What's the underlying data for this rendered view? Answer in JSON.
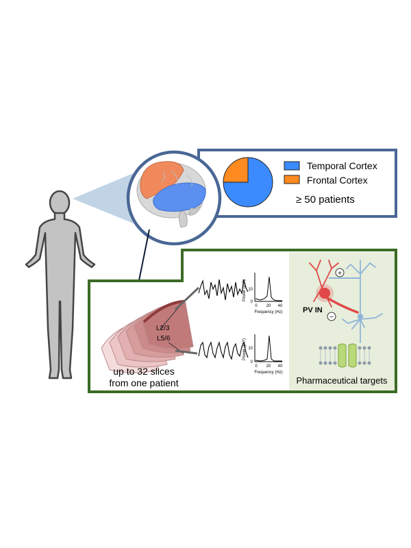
{
  "pie": {
    "slices": [
      {
        "label": "Temporal Cortex",
        "fraction": 0.75,
        "color": "#3b8bff"
      },
      {
        "label": "Frontal Cortex",
        "fraction": 0.25,
        "color": "#ff8a1f"
      }
    ],
    "patients_label": "≥ 50 patients"
  },
  "slices": {
    "layer_upper": "L2/3",
    "layer_lower": "L5/6",
    "caption_line1": "up to 32 slices",
    "caption_line2": "from one patient"
  },
  "spectrum_upper": {
    "ylabel": "Power (μV²)",
    "y_ticks": [
      "10",
      "0"
    ],
    "x_ticks": [
      "0",
      "20",
      "40"
    ],
    "xlabel": "Frequency (Hz)"
  },
  "spectrum_lower": {
    "ylabel": "Power (μV²)",
    "y_ticks": [
      "10",
      "0"
    ],
    "x_ticks": [
      "0",
      "20",
      "40"
    ],
    "xlabel": "Frequency (Hz)"
  },
  "circuit": {
    "pv_label": "PV IN",
    "plus_symbol": "+",
    "minus_symbol": "−",
    "caption": "Pharmaceutical targets"
  },
  "colors": {
    "blue_frame": "#4a6795",
    "green_frame": "#3b6b25",
    "panel_bg": "#e7eedc",
    "pv_red": "#e04848",
    "pyramidal_blue": "#8fb4d8"
  }
}
